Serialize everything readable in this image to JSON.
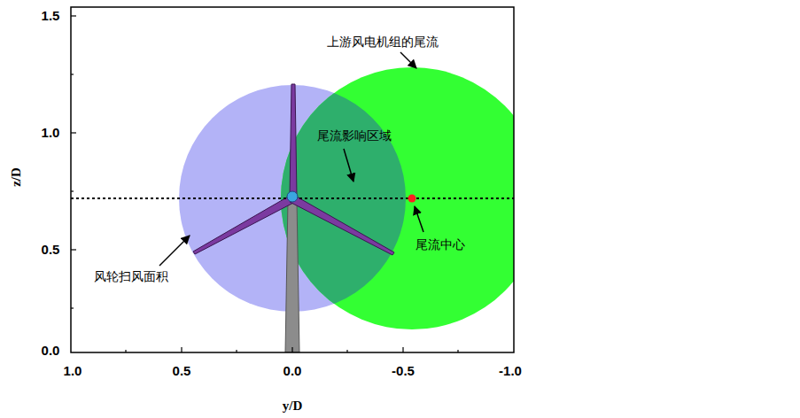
{
  "diagram": {
    "labels": [
      "上游风电机组的尾流",
      "尾流影响区域",
      "尾流中心",
      "风轮扫风面积",
      "1.5",
      "1.0",
      "0.5",
      "0.0",
      "1.0",
      "0.5",
      "0.0",
      "-0.5",
      "-1.0",
      "z/D",
      "y/D"
    ]
  }
}
